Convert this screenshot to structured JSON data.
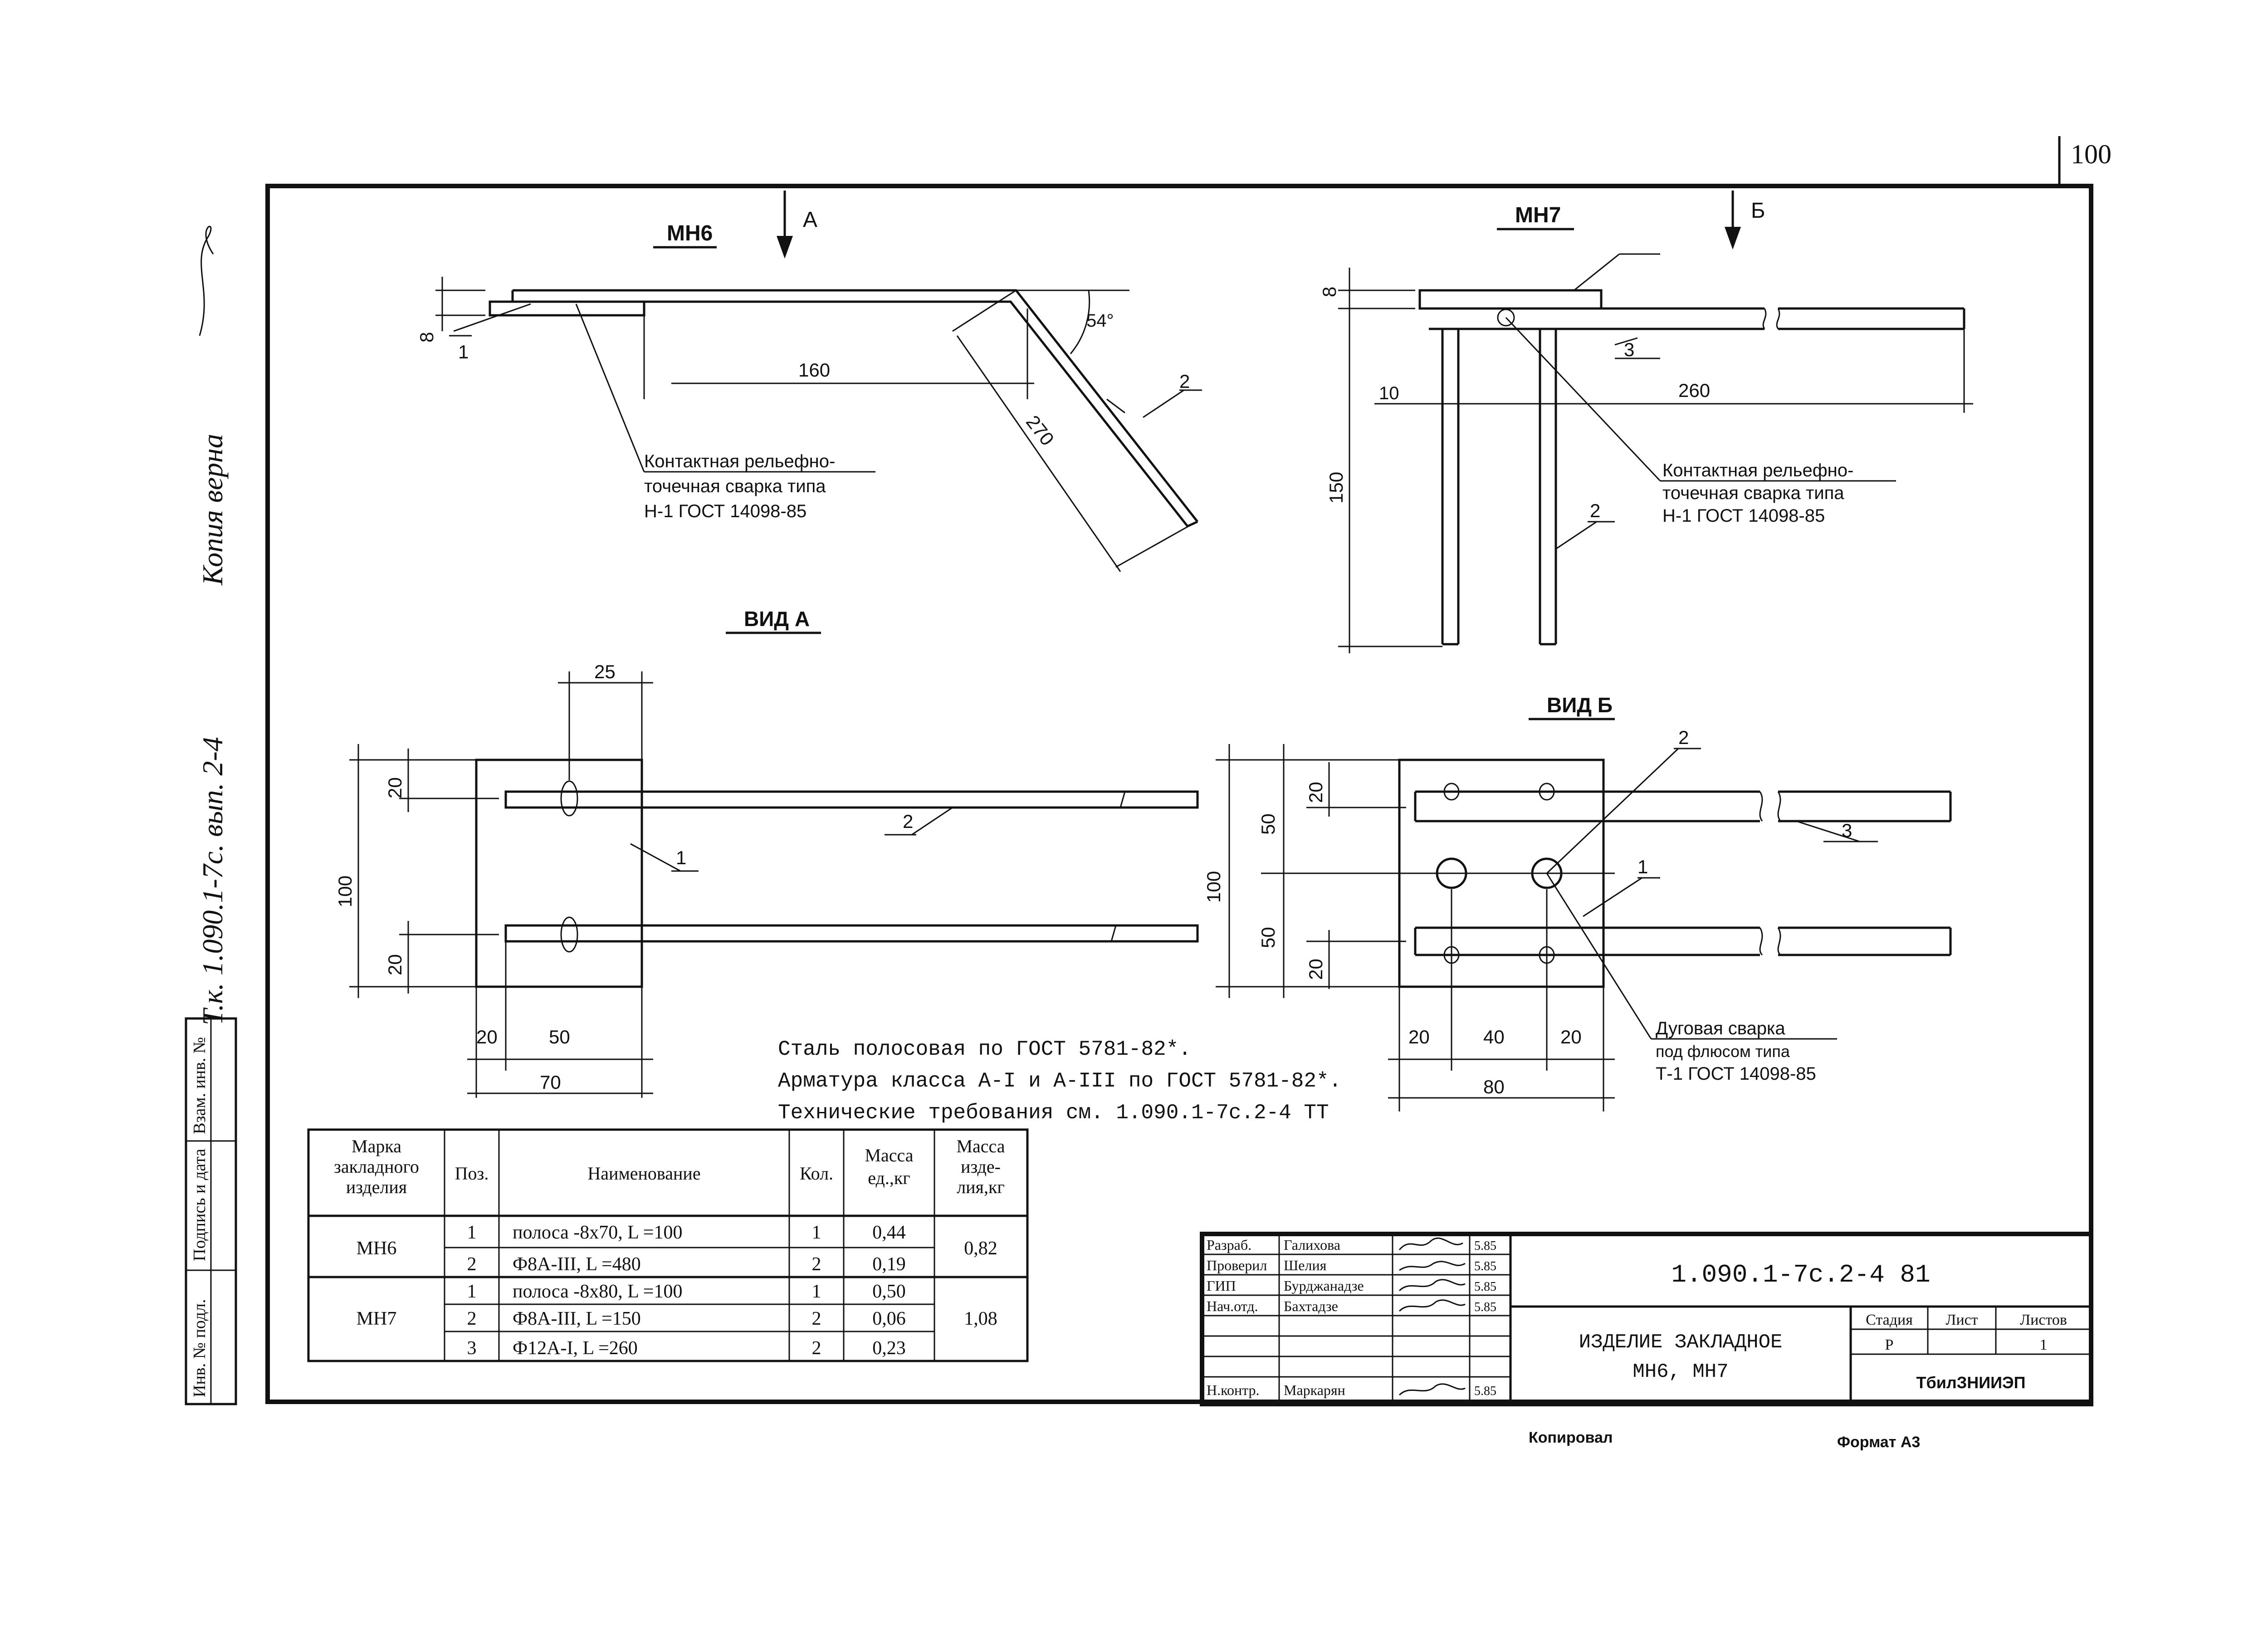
{
  "page_number": "100",
  "side_note": {
    "copy_label": "Копия верна",
    "series_label": "Т.к. 1.090.1-7с. вып. 2-4"
  },
  "stamp_labels": [
    "Взам. инв. №",
    "Подпись и дата",
    "Инв. № подл."
  ],
  "view_mn6": {
    "title": "МН6",
    "arrow_label": "А",
    "dims": {
      "thickness": "8",
      "length": "160",
      "incline": "270",
      "angle": "54°"
    },
    "pos1": "1",
    "pos2": "2",
    "weld_note": [
      "Контактная рельефно-",
      "точечная сварка типа",
      "Н-1 ГОСТ 14098-85"
    ]
  },
  "view_mn7": {
    "title": "МН7",
    "arrow_label": "Б",
    "dims": {
      "thickness": "8",
      "offset": "10",
      "length": "260",
      "height": "150"
    },
    "pos2": "2",
    "pos3": "3",
    "weld_note": [
      "Контактная рельефно-",
      "точечная сварка типа",
      "Н-1 ГОСТ 14098-85"
    ]
  },
  "view_a": {
    "title": "ВИД А",
    "dims": {
      "width_top": "25",
      "edge_top": "20",
      "height": "100",
      "edge_bottom": "20",
      "left": "20",
      "mid": "50",
      "total": "70"
    },
    "pos1": "1",
    "pos2": "2"
  },
  "view_b": {
    "title": "ВИД Б",
    "dims": {
      "edge_top": "20",
      "half_top": "50",
      "height": "100",
      "half_bottom": "50",
      "edge_bottom": "20",
      "left": "20",
      "mid": "40",
      "right": "20",
      "total": "80"
    },
    "pos1": "1",
    "pos2": "2",
    "pos3": "3",
    "weld_note": [
      "Дуговая сварка",
      "под флюсом типа",
      "Т-1 ГОСТ 14098-85"
    ]
  },
  "notes": [
    "Сталь полосовая по ГОСТ 5781-82*.",
    "Арматура класса А-I и А-III по ГОСТ 5781-82*.",
    "Технические требования см. 1.090.1-7с.2-4 ТТ"
  ],
  "spec_table": {
    "headers": [
      "Марка закладного изделия",
      "Поз.",
      "Наименование",
      "Кол.",
      "Масса ед.,кг",
      "Масса изде-лия,кг"
    ],
    "groups": [
      {
        "mark": "МН6",
        "total": "0,82",
        "rows": [
          {
            "pos": "1",
            "name": "полоса -8х70, L =100",
            "qty": "1",
            "mass": "0,44"
          },
          {
            "pos": "2",
            "name": "Ф8А-III, L =480",
            "qty": "2",
            "mass": "0,19"
          }
        ]
      },
      {
        "mark": "МН7",
        "total": "1,08",
        "rows": [
          {
            "pos": "1",
            "name": "полоса -8х80, L =100",
            "qty": "1",
            "mass": "0,50"
          },
          {
            "pos": "2",
            "name": "Ф8А-III, L =150",
            "qty": "2",
            "mass": "0,06"
          },
          {
            "pos": "3",
            "name": "Ф12А-I, L =260",
            "qty": "2",
            "mass": "0,23"
          }
        ]
      }
    ]
  },
  "title_block": {
    "roles": [
      {
        "role": "Разраб.",
        "name": "Галихова",
        "date": "5.85"
      },
      {
        "role": "Проверил",
        "name": "Шелия",
        "date": "5.85"
      },
      {
        "role": "ГИП",
        "name": "Бурджанадзе",
        "date": "5.85"
      },
      {
        "role": "Нач.отд.",
        "name": "Бахтадзе",
        "date": "5.85"
      },
      {
        "role": "Н.контр.",
        "name": "Маркарян",
        "date": "5.85"
      }
    ],
    "designation": "1.090.1-7с.2-4 81",
    "item_title": [
      "ИЗДЕЛИЕ ЗАКЛАДНОЕ",
      "МН6, МН7"
    ],
    "stage_headers": [
      "Стадия",
      "Лист",
      "Листов"
    ],
    "stage_values": [
      "Р",
      "",
      "1"
    ],
    "organization": "ТбилЗНИИЭП",
    "copied": "Копировал",
    "format": "Формат А3"
  }
}
